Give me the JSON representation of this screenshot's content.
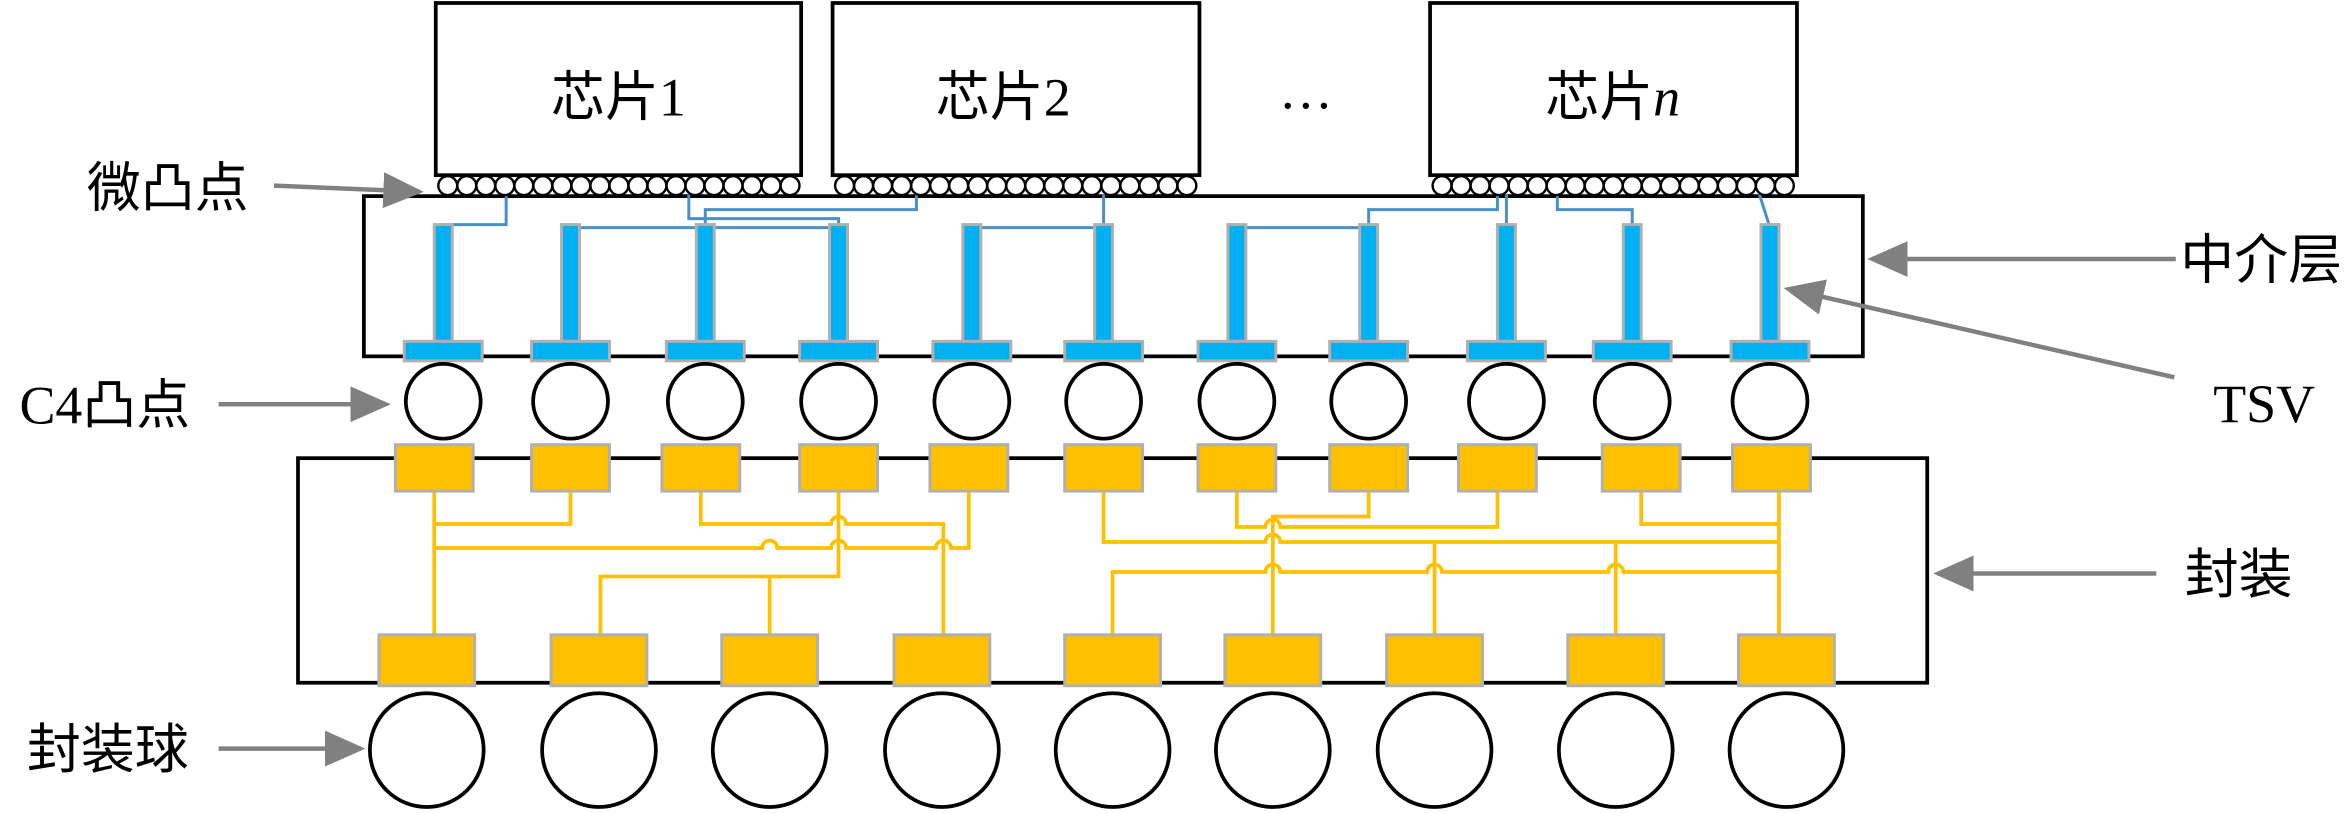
{
  "chips": [
    {
      "label": "芯片",
      "index": "1"
    },
    {
      "label": "芯片",
      "index": "2"
    },
    {
      "label": "芯片",
      "index": "n"
    }
  ],
  "ellipsis": "…",
  "labels": {
    "micro_bump": "微凸点",
    "c4_bump": "C4凸点",
    "package_ball": "封装球",
    "interposer": "中介层",
    "tsv": "TSV",
    "package": "封装"
  },
  "colors": {
    "tsv": "#00b0f0",
    "interposer_trace": "#4a90c8",
    "package_pad_and_trace": "#ffc000",
    "pad_edge": "#b0b0b0",
    "arrow": "#808080"
  }
}
